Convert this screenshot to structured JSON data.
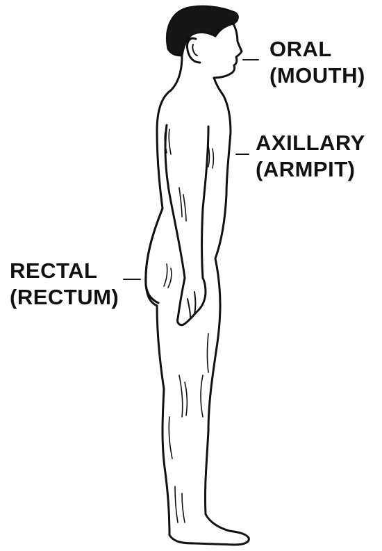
{
  "labels": {
    "oral": {
      "line1": "ORAL",
      "line2": "(MOUTH)"
    },
    "axillary": {
      "line1": "AXILLARY",
      "line2": "(ARMPIT)"
    },
    "rectal": {
      "line1": "RECTAL",
      "line2": "(RECTUM)"
    }
  },
  "colors": {
    "ink": "#111111",
    "background": "#ffffff"
  }
}
